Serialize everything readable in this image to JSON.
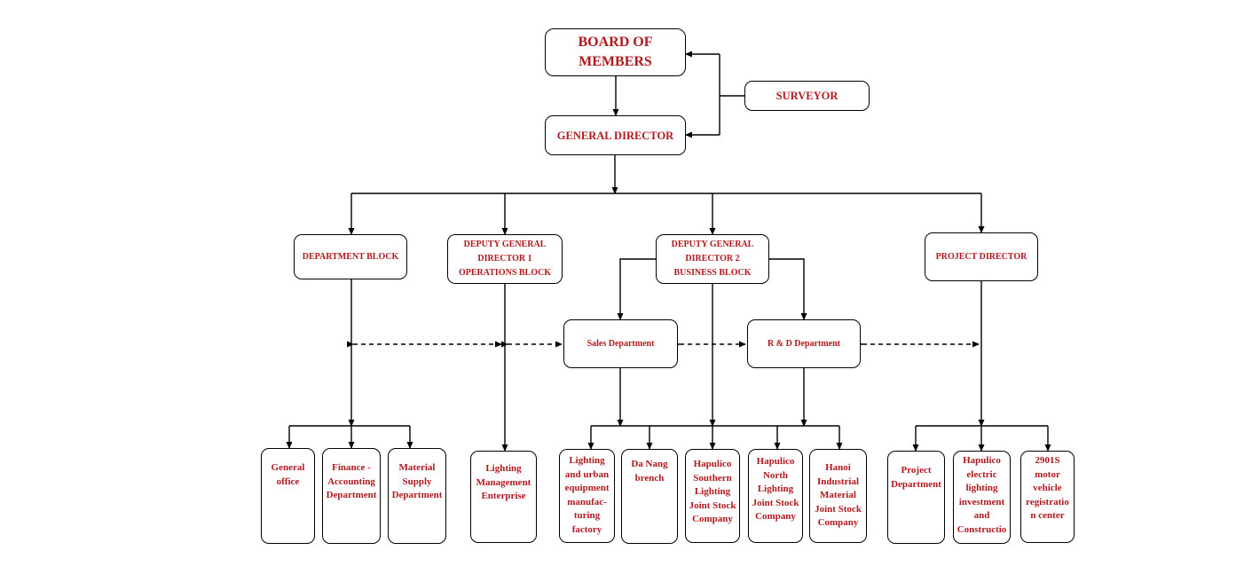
{
  "colors": {
    "text": "#b0191e",
    "border": "#000000",
    "background": "#ffffff"
  },
  "nodes": {
    "board": [
      "BOARD OF",
      "MEMBERS"
    ],
    "surveyor": [
      "SURVEYOR"
    ],
    "general_director": [
      "GENERAL DIRECTOR"
    ],
    "department_block": [
      "DEPARTMENT BLOCK"
    ],
    "deputy1": [
      "DEPUTY GENERAL",
      "DIRECTOR 1",
      "OPERATIONS BLOCK"
    ],
    "deputy2": [
      "DEPUTY GENERAL",
      "DIRECTOR 2",
      "BUSINESS BLOCK"
    ],
    "project_director": [
      "PROJECT DIRECTOR"
    ],
    "sales": [
      "Sales Department"
    ],
    "rnd": [
      "R & D Department"
    ],
    "general_office": [
      "General",
      "office"
    ],
    "finance": [
      "Finance -",
      "Accounting",
      "Department"
    ],
    "material_supply": [
      "Material",
      "Supply",
      "Department"
    ],
    "lighting_mgmt": [
      "Lighting",
      "Management",
      "Enterprise"
    ],
    "lighting_factory": [
      "Lighting",
      "and urban",
      "equipment",
      "manufac-",
      "turing",
      "factory"
    ],
    "danang": [
      "Da Nang",
      "brench"
    ],
    "southern": [
      "Hapulico",
      "Southern",
      "Lighting",
      "Joint Stock",
      "Company"
    ],
    "north": [
      "Hapulico",
      "North",
      "Lighting",
      "Joint Stock",
      "Company"
    ],
    "hanoi": [
      "Hanoi",
      "Industrial",
      "Material",
      "Joint Stock",
      "Company"
    ],
    "project_dept": [
      "Project",
      "Department"
    ],
    "electric": [
      "Hapulico",
      "electric",
      "lighting",
      "investment",
      "and",
      "Constructio"
    ],
    "registration": [
      "2901S",
      "motor",
      "vehicle",
      "registratio",
      "n center"
    ]
  }
}
